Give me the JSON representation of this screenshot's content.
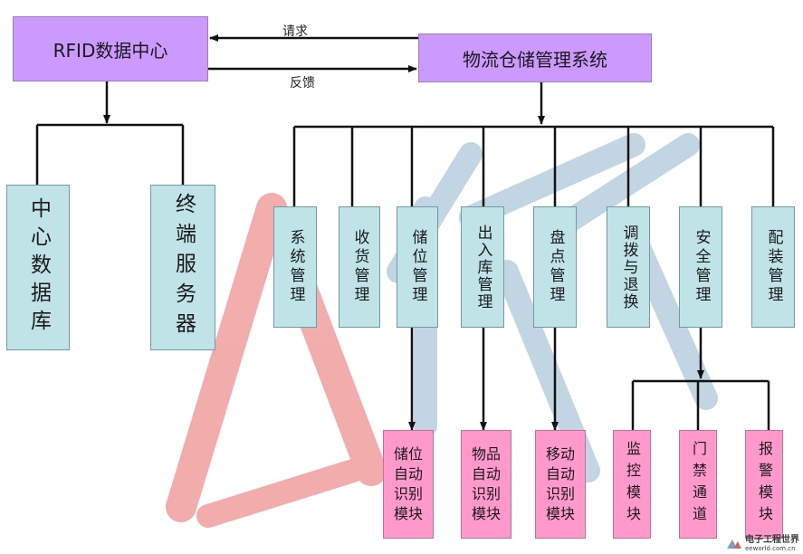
{
  "colors": {
    "purple_box": "#cc99ff",
    "teal_box": "#bfe3e6",
    "pink_box": "#ff99cc",
    "connector": "#111111",
    "watermark_red": "#e86a6a",
    "watermark_blue": "#8fb3cc"
  },
  "top": {
    "rfid_center": "RFID数据中心",
    "logistics_system": "物流仓储管理系统",
    "request_label": "请求",
    "feedback_label": "反馈"
  },
  "rfid_children": [
    "中心数据库",
    "终端服务器"
  ],
  "system_modules": [
    "系统管理",
    "收货管理",
    "储位管理",
    "出入库管理",
    "盘点管理",
    "调拨与退换",
    "安全管理",
    "配装管理"
  ],
  "sub_modules": [
    "储位自动识别模块",
    "物品自动识别模块",
    "移动自动识别模块",
    "监控模块",
    "门禁通道",
    "报警模块"
  ],
  "logo": {
    "name": "电子工程世界",
    "url": "eeworld.com.cn"
  }
}
